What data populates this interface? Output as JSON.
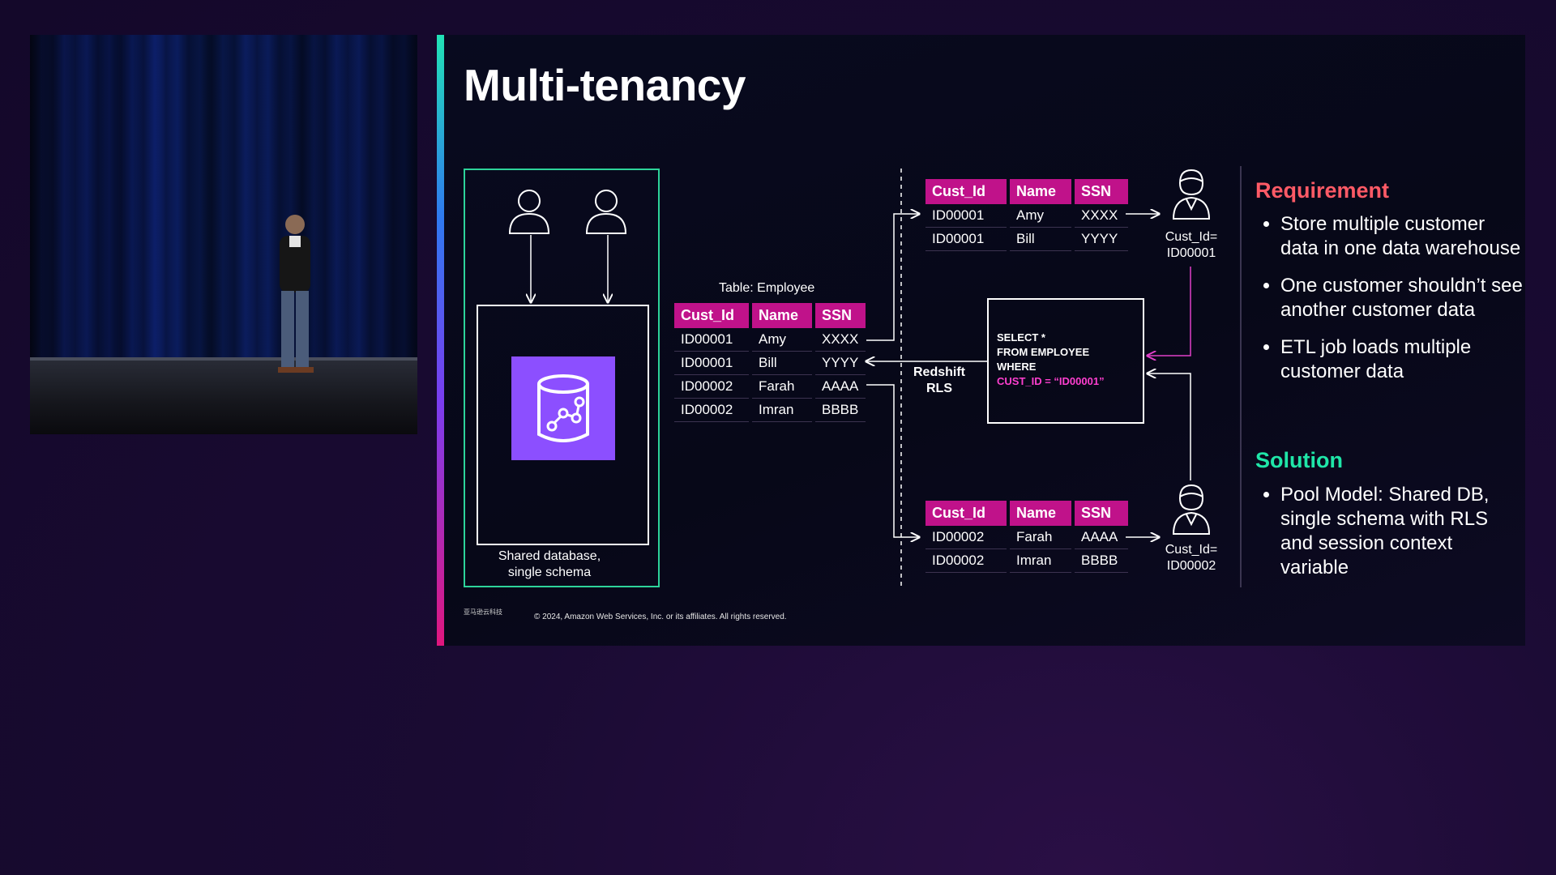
{
  "slide": {
    "title": "Multi-tenancy",
    "db_caption_line1": "Shared database,",
    "db_caption_line2": "single schema",
    "table_label": "Table: Employee",
    "columns": [
      "Cust_Id",
      "Name",
      "SSN"
    ],
    "employee_rows": [
      [
        "ID00001",
        "Amy",
        "XXXX"
      ],
      [
        "ID00001",
        "Bill",
        "YYYY"
      ],
      [
        "ID00002",
        "Farah",
        "AAAA"
      ],
      [
        "ID00002",
        "Imran",
        "BBBB"
      ]
    ],
    "tenant1_rows": [
      [
        "ID00001",
        "Amy",
        "XXXX"
      ],
      [
        "ID00001",
        "Bill",
        "YYYY"
      ]
    ],
    "tenant2_rows": [
      [
        "ID00002",
        "Farah",
        "AAAA"
      ],
      [
        "ID00002",
        "Imran",
        "BBBB"
      ]
    ],
    "rls_label_line1": "Redshift",
    "rls_label_line2": "RLS",
    "sql_line1": "SELECT *",
    "sql_line2": "FROM EMPLOYEE",
    "sql_line3": "WHERE",
    "sql_line4": "CUST_ID =  “ID00001”",
    "tenant1_label_line1": "Cust_Id=",
    "tenant1_label_line2": "ID00001",
    "tenant2_label_line1": "Cust_Id=",
    "tenant2_label_line2": "ID00002",
    "requirement_heading": "Requirement",
    "requirements": [
      "Store multiple customer data in one data warehouse",
      "One customer shouldn’t see another customer data",
      "ETL job loads multiple customer data"
    ],
    "solution_heading": "Solution",
    "solutions": [
      "Pool Model: Shared DB, single schema with RLS and session context variable"
    ],
    "footer_logo_text": "亚马逊云科技",
    "footer": "© 2024, Amazon Web Services, Inc. or its affiliates. All rights reserved.",
    "colors": {
      "header_magenta": "#c0128a",
      "requirement_red": "#ff5a66",
      "solution_green": "#1fe6a8",
      "db_purple": "#8c4fff",
      "db_box_green": "#2dd39a",
      "sql_highlight": "#ff3fd0"
    }
  }
}
